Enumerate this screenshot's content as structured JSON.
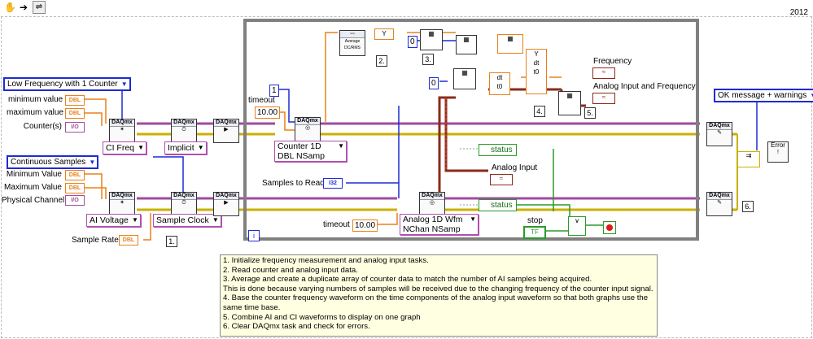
{
  "version": "2012",
  "toolbar": {
    "hand_icon": "hand-icon",
    "arrow_icon": "arrow-icon",
    "wrap_icon": "wrap-icon"
  },
  "controls": {
    "measurement_mode": "Low Frequency with 1 Counter",
    "sample_mode": "Continuous Samples",
    "error_handler": "OK message + warnings"
  },
  "labels": {
    "minimum_value": "minimum value",
    "maximum_value": "maximum value",
    "counters": "Counter(s)",
    "min_value_cap": "Minimum Value",
    "max_value_cap": "Maximum Value",
    "physical_channel": "Physical Channel",
    "sample_rate": "Sample Rate",
    "timeout_top": "timeout",
    "timeout_bottom": "timeout",
    "samples_to_read": "Samples to Read",
    "stop": "stop",
    "frequency": "Frequency",
    "analog_input_freq": "Analog Input and Frequency",
    "analog_input": "Analog Input"
  },
  "types": {
    "dbl": "DBL",
    "i32": "I32",
    "io": "I/O",
    "tf": "TF"
  },
  "constants": {
    "timeout_top": "10.00",
    "timeout_bottom": "10.00",
    "zero_a": "0",
    "zero_b": "0",
    "one": "1"
  },
  "rings": {
    "ci_freq": "CI Freq",
    "implicit": "Implicit",
    "ai_voltage": "AI Voltage",
    "sample_clock": "Sample Clock",
    "counter_read": "Counter 1D DBL NSamp",
    "analog_read": "Analog 1D Wfm NChan NSamp"
  },
  "nodes": {
    "daqmx": "DAQmx",
    "average_express": "Average DC/RMS",
    "y_label": "Y",
    "dt": "dt",
    "t0": "t0",
    "error_icon": "Error"
  },
  "status": {
    "status_top": "status",
    "status_bottom": "status"
  },
  "steps": {
    "s1": "1.",
    "s2": "2.",
    "s3": "3.",
    "s4": "4.",
    "s5": "5.",
    "s6": "6."
  },
  "loop_index": "i",
  "comment": [
    "1. Initialize frequency measurement and analog input tasks.",
    "2. Read counter and analog input data.",
    "3. Average and create a duplicate array of counter data to match the number of AI samples being acquired.",
    "This is done because varying numbers of samples will be received due to the changing frequency of the counter input signal.",
    "4. Base the counter frequency waveform on the time components of the analog input waveform so that both graphs use the",
    "same time base.",
    "5. Combine AI and CI waveforms to display on one graph",
    "6. Clear DAQmx task and check for errors."
  ],
  "colors": {
    "wire_error": "#c9b000",
    "wire_task": "#a04aa0",
    "wire_dbl": "#e8811a",
    "wire_int": "#1e2bd4",
    "wire_bool": "#2a9a2a",
    "wire_wave": "#8b2a1a",
    "frame": "#808080"
  }
}
